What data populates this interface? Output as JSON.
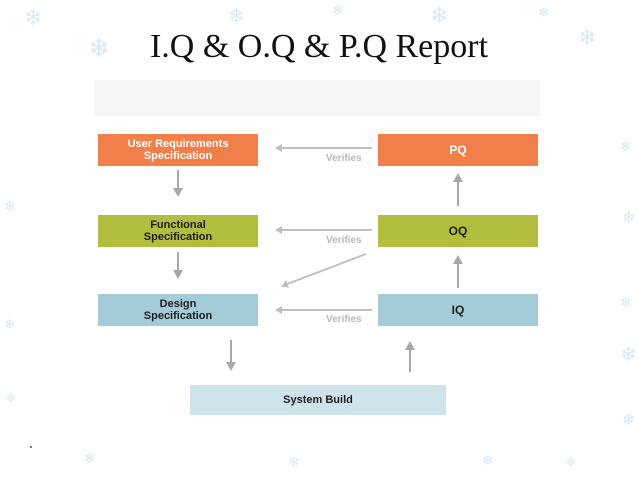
{
  "title": "I.Q & O.Q & P.Q Report",
  "colors": {
    "urs": "#f07f4a",
    "fs": "#b3bd3f",
    "ds": "#a4cbd8",
    "build": "#cfe3ea",
    "arrow": "#bfbfbf",
    "verifies": "#b9b9b9"
  },
  "decoration_icons": [
    "snowflake-icon"
  ],
  "boxes": {
    "urs_line1": "User Requirements",
    "urs_line2": "Specification",
    "fs_line1": "Functional",
    "fs_line2": "Specification",
    "ds_line1": "Design",
    "ds_line2": "Specification",
    "pq": "PQ",
    "oq": "OQ",
    "iq": "IQ",
    "build": "System Build"
  },
  "verifies": [
    "Verifies",
    "Verifies",
    "Verifies"
  ]
}
